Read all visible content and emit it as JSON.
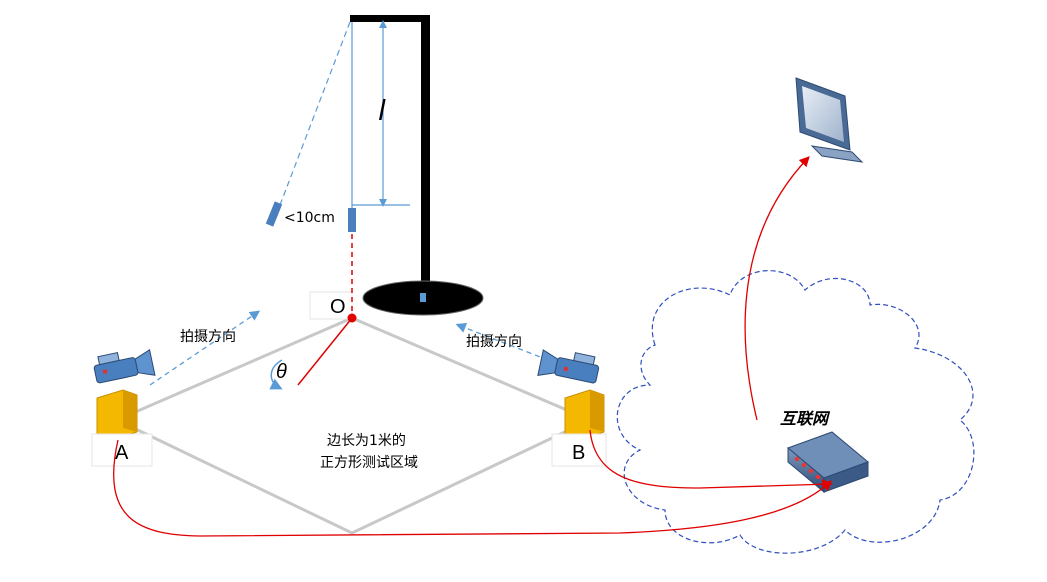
{
  "labels": {
    "origin": "O",
    "point_a": "A",
    "point_b": "B",
    "length_var": "l",
    "angle_var": "θ",
    "distance": "<10cm",
    "shoot_dir_left": "拍摄方向",
    "shoot_dir_right": "拍摄方向",
    "area_line1": "边长为1米的",
    "area_line2": "正方形测试区域",
    "internet": "互联网"
  },
  "icons": {
    "camera_left": "video-camera-icon",
    "camera_right": "video-camera-icon",
    "monitor": "monitor-icon",
    "switch": "network-switch-icon",
    "cloud": "cloud-icon"
  },
  "colors": {
    "square_edge": "#c8c8c8",
    "cable": "#e00000",
    "pendulum_line": "#5b9bd5",
    "stand": "#000000",
    "cloud_border": "#2f4fbf",
    "camera_body": "#4a7fbf",
    "camera_stand": "#f5b800"
  }
}
